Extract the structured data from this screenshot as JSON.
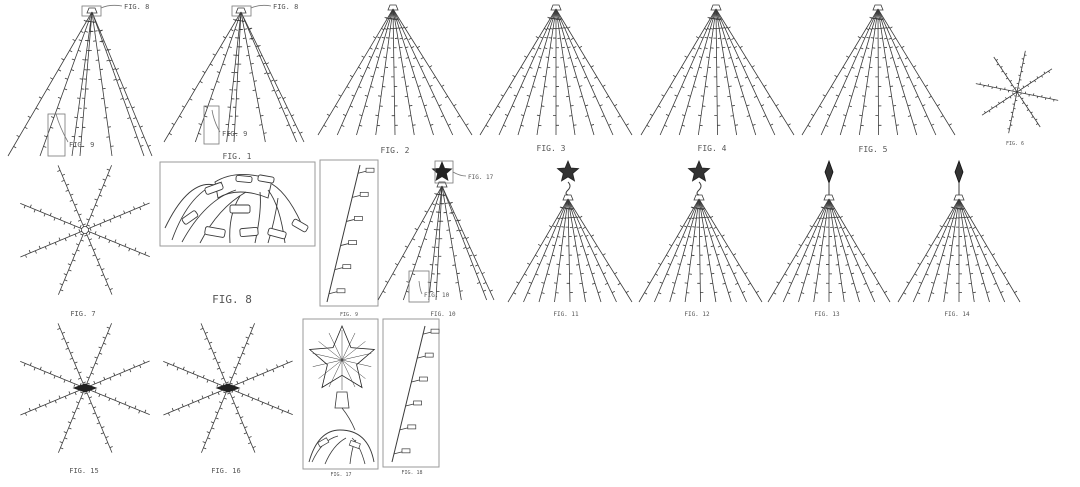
{
  "sheet": {
    "line_color": "#3a3a3a",
    "frame_color": "#9a9a9a",
    "label_color": "#555555",
    "callout_fig8": "FIG. 8",
    "callout_fig9": "FIG. 9",
    "callout_fig10": "FIG. 10",
    "callout_fig17": "FIG. 17"
  },
  "figures": {
    "fig1": {
      "caption": "FIG. 1",
      "depicts": "light-string-tree"
    },
    "fig2": {
      "caption": "FIG. 2",
      "depicts": "light-string-tree"
    },
    "fig3": {
      "caption": "FIG. 3",
      "depicts": "light-string-tree"
    },
    "fig4": {
      "caption": "FIG. 4",
      "depicts": "light-string-tree"
    },
    "fig5": {
      "caption": "FIG. 5",
      "depicts": "light-string-tree"
    },
    "fig6": {
      "caption": "FIG. 6",
      "depicts": "top-view-starburst"
    },
    "fig7": {
      "caption": "FIG. 7",
      "depicts": "top-view-starburst"
    },
    "fig8": {
      "caption": "FIG. 8",
      "depicts": "top-connector-detail"
    },
    "fig9": {
      "caption": "FIG. 9",
      "depicts": "single-light-string"
    },
    "fig10": {
      "caption": "FIG. 10",
      "depicts": "tree-with-star-topper"
    },
    "fig11": {
      "caption": "FIG. 11",
      "depicts": "tree-with-star-topper"
    },
    "fig12": {
      "caption": "FIG. 12",
      "depicts": "tree-with-star-topper"
    },
    "fig13": {
      "caption": "FIG. 13",
      "depicts": "tree-with-finial-topper"
    },
    "fig14": {
      "caption": "FIG. 14",
      "depicts": "tree-with-finial-topper"
    },
    "fig15": {
      "caption": "FIG. 15",
      "depicts": "top-view-with-topper"
    },
    "fig16": {
      "caption": "FIG. 16",
      "depicts": "top-view-with-topper"
    },
    "fig17": {
      "caption": "FIG. 17",
      "depicts": "star-topper-detail"
    },
    "fig18": {
      "caption": "FIG. 18",
      "depicts": "single-light-string"
    }
  }
}
